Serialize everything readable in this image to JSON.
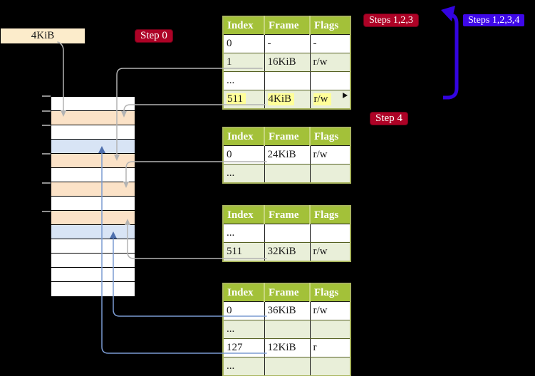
{
  "labels": {
    "page_size_label": "4KiB",
    "step0": "Step 0",
    "step4": "Step 4",
    "steps123": "Steps 1,2,3",
    "steps1234": "Steps 1,2,3,4"
  },
  "memory": {
    "row_colors": [
      "white",
      "orange",
      "white",
      "blue",
      "orange",
      "white",
      "orange",
      "white",
      "orange",
      "blue",
      "white",
      "white",
      "white",
      "white"
    ]
  },
  "tables": [
    {
      "name": "page-table-step0",
      "headers": [
        "Index",
        "Frame",
        "Flags"
      ],
      "rows": [
        {
          "cells": [
            "0",
            "-",
            "-"
          ],
          "shaded": false,
          "highlight": false
        },
        {
          "cells": [
            "1",
            "16KiB",
            "r/w"
          ],
          "shaded": true,
          "highlight": false
        },
        {
          "cells": [
            "...",
            "",
            ""
          ],
          "shaded": false,
          "highlight": false
        },
        {
          "cells": [
            "511",
            "4KiB",
            "r/w"
          ],
          "shaded": true,
          "highlight": true
        }
      ]
    },
    {
      "name": "page-table-2",
      "headers": [
        "Index",
        "Frame",
        "Flags"
      ],
      "rows": [
        {
          "cells": [
            "0",
            "24KiB",
            "r/w"
          ],
          "shaded": false,
          "highlight": false
        },
        {
          "cells": [
            "...",
            "",
            ""
          ],
          "shaded": true,
          "highlight": false
        }
      ]
    },
    {
      "name": "page-table-3",
      "headers": [
        "Index",
        "Frame",
        "Flags"
      ],
      "rows": [
        {
          "cells": [
            "...",
            "",
            ""
          ],
          "shaded": false,
          "highlight": false
        },
        {
          "cells": [
            "511",
            "32KiB",
            "r/w"
          ],
          "shaded": true,
          "highlight": false
        }
      ]
    },
    {
      "name": "page-table-4",
      "headers": [
        "Index",
        "Frame",
        "Flags"
      ],
      "rows": [
        {
          "cells": [
            "0",
            "36KiB",
            "r/w"
          ],
          "shaded": false,
          "highlight": false
        },
        {
          "cells": [
            "...",
            "",
            ""
          ],
          "shaded": true,
          "highlight": false
        },
        {
          "cells": [
            "127",
            "12KiB",
            "r"
          ],
          "shaded": false,
          "highlight": false
        },
        {
          "cells": [
            "...",
            "",
            ""
          ],
          "shaded": true,
          "highlight": false
        }
      ]
    }
  ],
  "colors": {
    "background": "#000000",
    "table_header_green": "#a3c139",
    "table_row_green": "#e9efd9",
    "memory_orange": "#fbe2c7",
    "memory_blue": "#d8e4f5",
    "page_size_label_bg": "#fceccb",
    "badge_red": "#ad0226",
    "badge_blue": "#3e08e9",
    "highlight_yellow": "#ffff99",
    "line_gray": "#b3b3b3",
    "line_blue": "#7b9bd2",
    "thick_arrow_blue": "#3304e0"
  }
}
